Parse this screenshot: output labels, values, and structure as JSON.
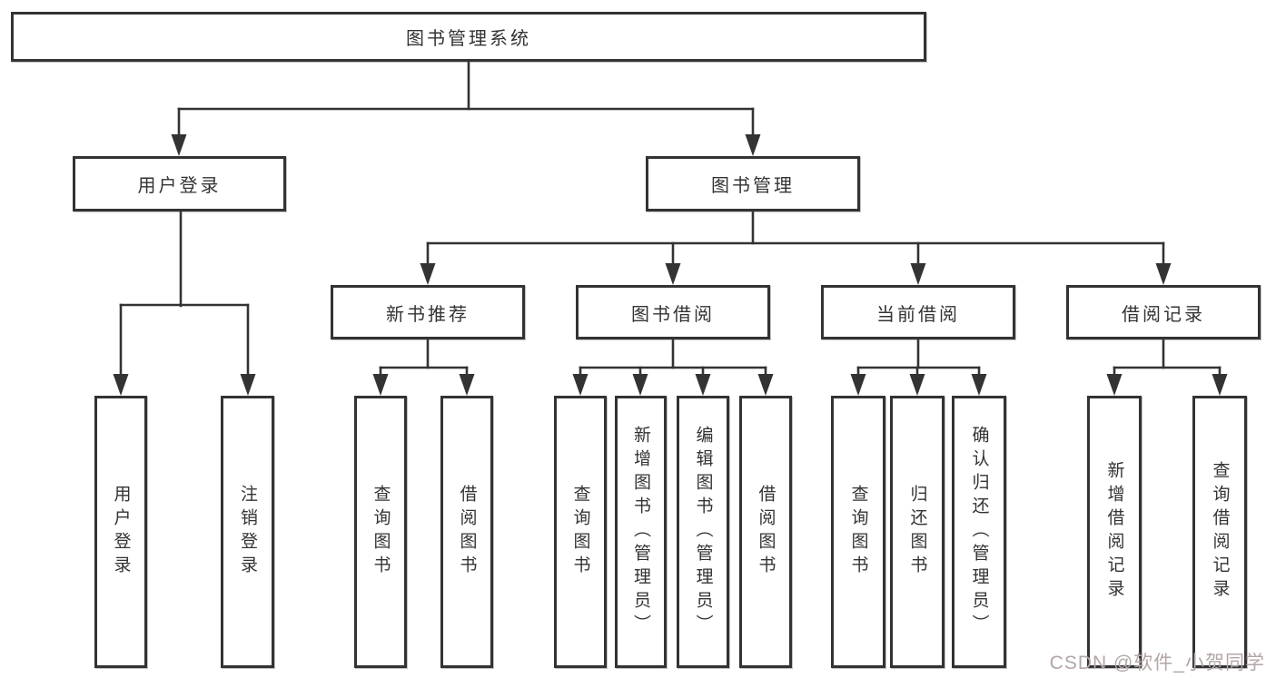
{
  "diagram": {
    "root": {
      "label": "图书管理系统"
    },
    "branches": {
      "user": {
        "label": "用户登录",
        "children": [
          "用户登录",
          "注销登录"
        ]
      },
      "book": {
        "label": "图书管理"
      }
    },
    "modules": [
      {
        "label": "新书推荐",
        "children": [
          "查询图书",
          "借阅图书"
        ]
      },
      {
        "label": "图书借阅",
        "children": [
          "查询图书",
          "新增图书（管理员）",
          "编辑图书（管理员）",
          "借阅图书"
        ]
      },
      {
        "label": "当前借阅",
        "children": [
          "查询图书",
          "归还图书",
          "确认归还（管理员）"
        ]
      },
      {
        "label": "借阅记录",
        "children": [
          "新增借阅记录",
          "查询借阅记录"
        ]
      }
    ]
  },
  "watermark": "CSDN @软件_小贺同学",
  "colors": {
    "line": "#333333",
    "text": "#333333",
    "background": "#ffffff",
    "watermark": "#b3a6a6"
  }
}
